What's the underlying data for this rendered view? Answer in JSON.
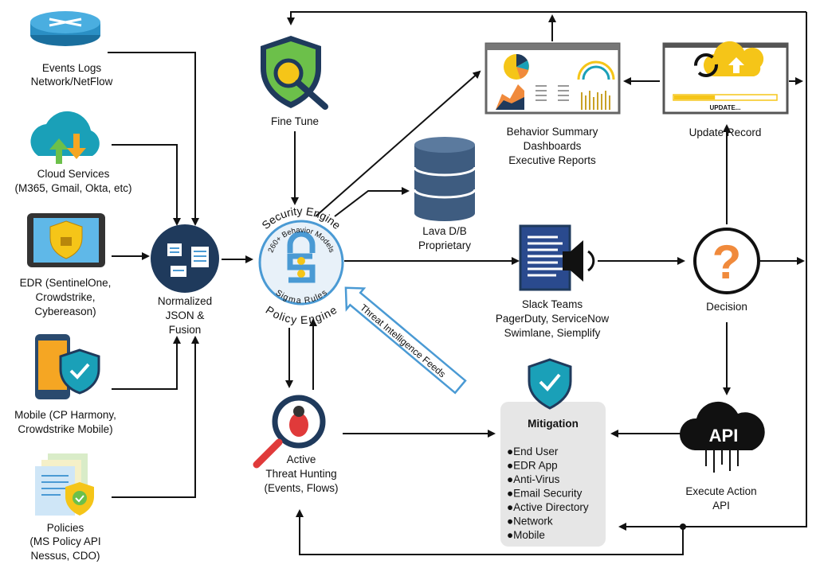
{
  "colors": {
    "navy": "#1f3a5c",
    "blue": "#4a9ad4",
    "teal": "#1aa0b8",
    "yellow": "#f5c518",
    "orange": "#f08a3c",
    "line": "#111111",
    "mitigation_bg": "#e6e6e6",
    "engine_fill": "#e8f1f9"
  },
  "sources": [
    {
      "icon": "router-icon",
      "lines": [
        "Events Logs",
        "Network/NetFlow"
      ]
    },
    {
      "icon": "cloud-upload-download-icon",
      "lines": [
        "Cloud Services",
        "(M365, Gmail, Okta, etc)"
      ]
    },
    {
      "icon": "tablet-shield-lock-icon",
      "lines": [
        "EDR (SentinelOne,",
        "Crowdstrike,",
        "Cybereason)"
      ]
    },
    {
      "icon": "mobile-shield-check-icon",
      "lines": [
        "Mobile (CP Harmony,",
        "Crowdstrike Mobile)"
      ]
    },
    {
      "icon": "policy-document-icon",
      "lines": [
        "Policies",
        "(MS Policy API",
        "Nessus, CDO)"
      ]
    }
  ],
  "normalizer": {
    "icon": "table-fusion-icon",
    "lines": [
      "Normalized",
      "JSON  &",
      "Fusion"
    ]
  },
  "fine_tune": {
    "icon": "shield-magnifier-icon",
    "label": "Fine Tune"
  },
  "engine": {
    "top": "Security Engine",
    "bottom": "Policy Engine",
    "inner_top": "260+ Behavior Models",
    "inner_bottom": "Sigma Rules",
    "icon": "lock-gears-icon"
  },
  "threat_feed": {
    "label": "Threat Intelligence Feeds"
  },
  "database": {
    "icon": "database-icon",
    "lines": [
      "Lava D/B",
      "Proprietary"
    ]
  },
  "dashboard": {
    "icon": "dashboard-window-icon",
    "lines": [
      "Behavior Summary",
      "Dashboards",
      "Executive Reports"
    ]
  },
  "update": {
    "icon": "update-window-icon",
    "status": "UPDATE...",
    "label": "Update Record",
    "progress": 0.4
  },
  "notify": {
    "icon": "document-speaker-icon",
    "lines": [
      "Slack Teams",
      "PagerDuty, ServiceNow",
      "Swimlane, Siemplify"
    ]
  },
  "decision": {
    "icon": "question-icon",
    "symbol": "?",
    "label": "Decision"
  },
  "api": {
    "icon": "api-cloud-icon",
    "text": "API",
    "lines": [
      "Execute Action",
      "API"
    ]
  },
  "hunting": {
    "icon": "bug-magnifier-icon",
    "lines": [
      "Active",
      "Threat Hunting",
      "(Events, Flows)"
    ]
  },
  "mitigation": {
    "icon": "shield-check-icon",
    "title": "Mitigation",
    "items": [
      "●End User",
      "●EDR App",
      "●Anti-Virus",
      "●Email Security",
      "●Active Directory",
      "●Network",
      "●Mobile"
    ]
  }
}
